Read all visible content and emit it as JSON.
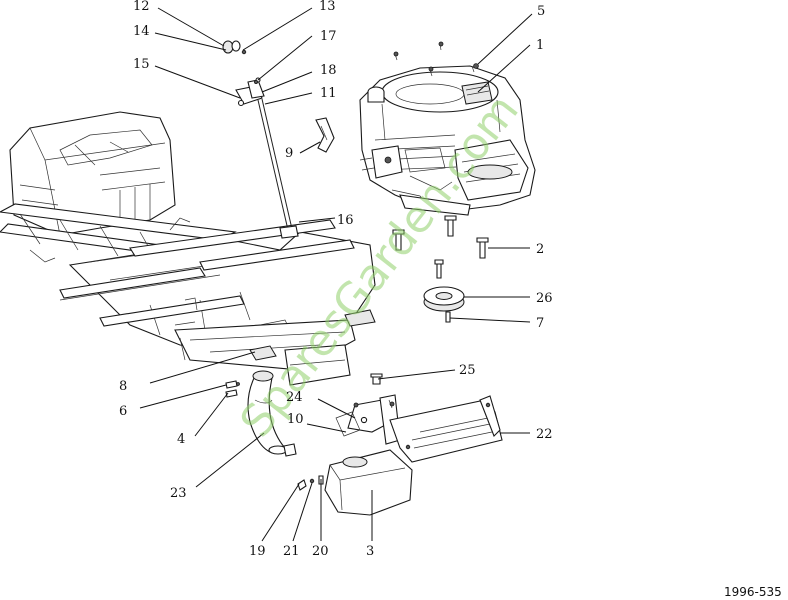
{
  "figure_ref": "1996-535",
  "watermark": "SparesGarden.com",
  "callouts": [
    {
      "id": "c1",
      "label": "1"
    },
    {
      "id": "c2",
      "label": "2"
    },
    {
      "id": "c3",
      "label": "3"
    },
    {
      "id": "c4",
      "label": "4"
    },
    {
      "id": "c5",
      "label": "5"
    },
    {
      "id": "c6",
      "label": "6"
    },
    {
      "id": "c7",
      "label": "7"
    },
    {
      "id": "c8",
      "label": "8"
    },
    {
      "id": "c9",
      "label": "9"
    },
    {
      "id": "c10",
      "label": "10"
    },
    {
      "id": "c11",
      "label": "11"
    },
    {
      "id": "c12",
      "label": "12"
    },
    {
      "id": "c13",
      "label": "13"
    },
    {
      "id": "c14",
      "label": "14"
    },
    {
      "id": "c15",
      "label": "15"
    },
    {
      "id": "c16",
      "label": "16"
    },
    {
      "id": "c17",
      "label": "17"
    },
    {
      "id": "c18",
      "label": "18"
    },
    {
      "id": "c19",
      "label": "19"
    },
    {
      "id": "c20",
      "label": "20"
    },
    {
      "id": "c21",
      "label": "21"
    },
    {
      "id": "c22",
      "label": "22"
    },
    {
      "id": "c23",
      "label": "23"
    },
    {
      "id": "c24",
      "label": "24"
    },
    {
      "id": "c25",
      "label": "25"
    },
    {
      "id": "c26",
      "label": "26"
    }
  ]
}
